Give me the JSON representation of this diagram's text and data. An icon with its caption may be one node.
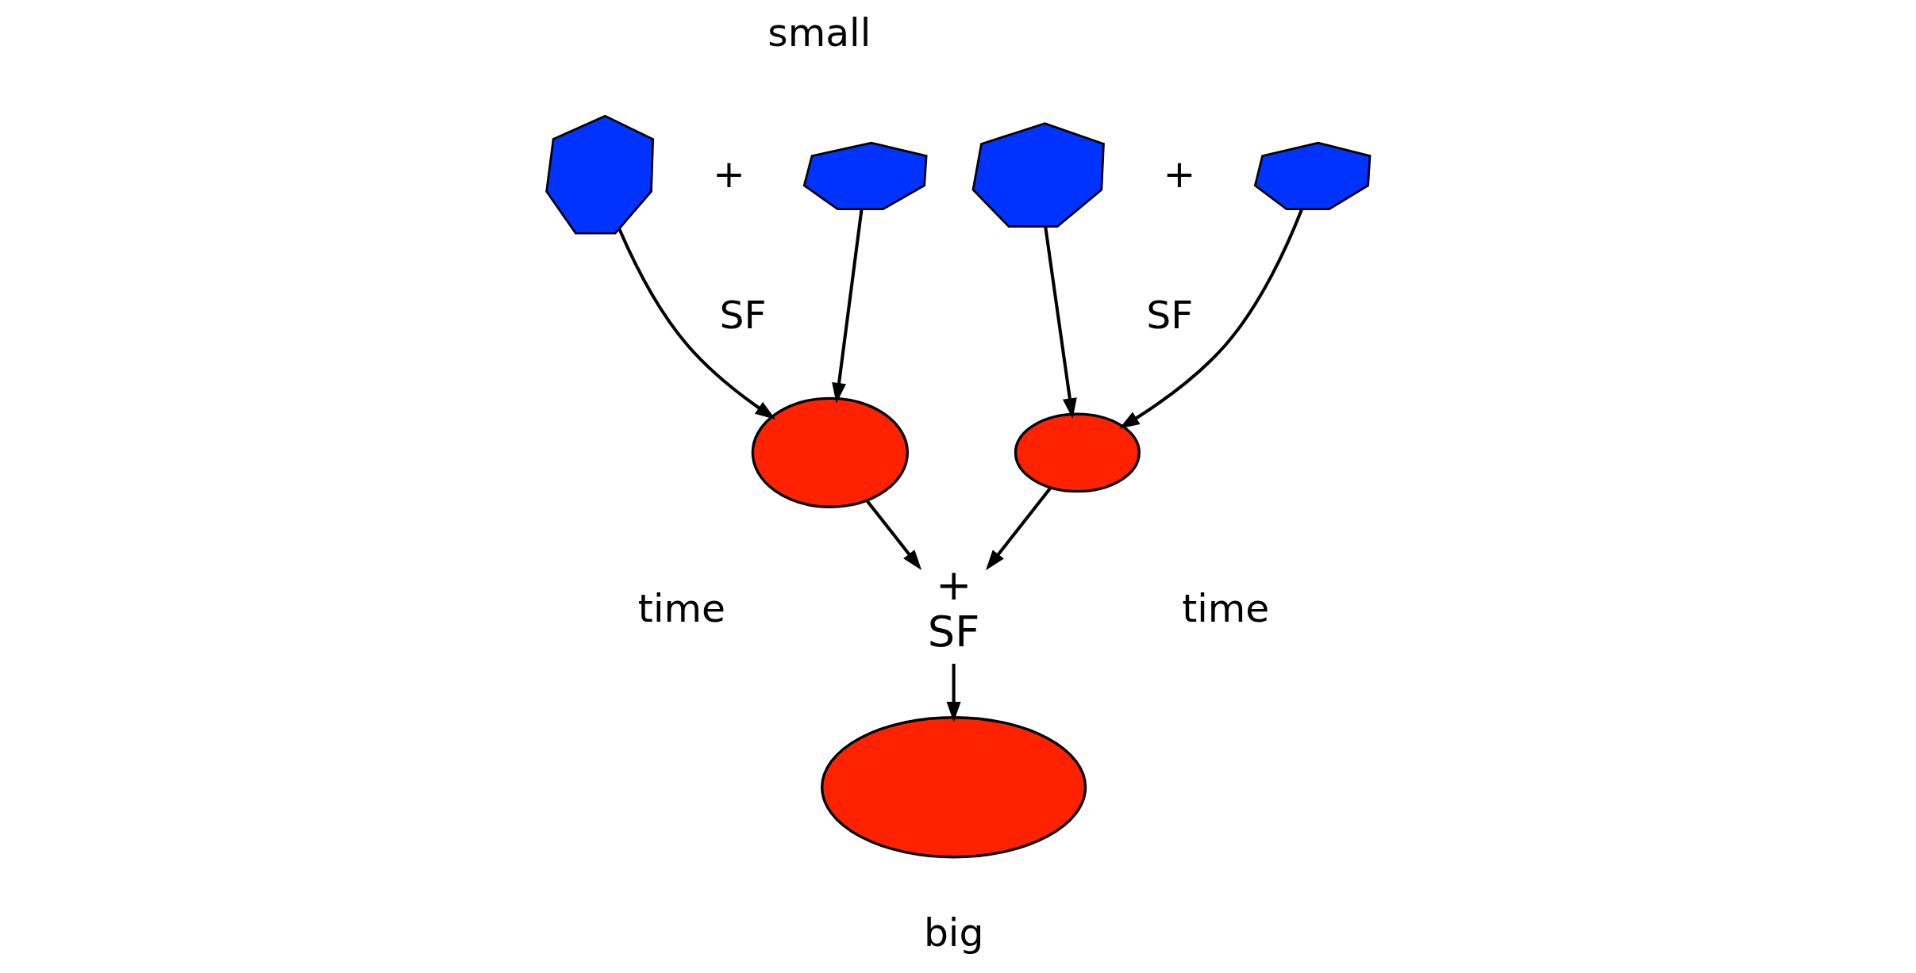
{
  "diagram": {
    "nodes": [
      {
        "text": [],
        "shape": "blob"
      },
      {
        "text": [],
        "shape": "blob"
      },
      {
        "text": [],
        "shape": "blob"
      },
      {
        "text": [],
        "shape": "blob"
      },
      {
        "text": [],
        "shape": "ellipse"
      },
      {
        "text": [],
        "shape": "ellipse"
      },
      {
        "text": [
          "+",
          "SF"
        ]
      },
      {
        "text": [],
        "shape": "ellipse"
      }
    ],
    "edges": [
      {
        "from": 0,
        "to": 4,
        "arrow": "to"
      },
      {
        "from": 1,
        "to": 4,
        "arrow": "to"
      },
      {
        "from": 2,
        "to": 5,
        "arrow": "to"
      },
      {
        "from": 3,
        "to": 5,
        "arrow": "to"
      },
      {
        "from": 4,
        "to": 6,
        "arrow": "to"
      },
      {
        "from": 5,
        "to": 6,
        "arrow": "to"
      },
      {
        "from": 6,
        "to": 7,
        "arrow": "to"
      }
    ],
    "labels": [
      "small",
      "+",
      "SF",
      "+",
      "SF",
      "time",
      "time",
      "big"
    ]
  }
}
